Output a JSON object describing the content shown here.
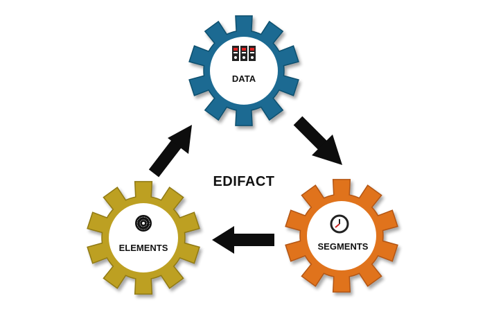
{
  "diagram": {
    "title": "EDIFACT",
    "gears": [
      {
        "id": "data",
        "label": "DATA",
        "icon": "binders-icon",
        "color": "#1a6b92",
        "shade": "#0f4f6e"
      },
      {
        "id": "segments",
        "label": "SEGMENTS",
        "icon": "clock-icon",
        "color": "#e0731a",
        "shade": "#b25512"
      },
      {
        "id": "elements",
        "label": "ELEMENTS",
        "icon": "wheel-icon",
        "color": "#bda020",
        "shade": "#8f7912"
      }
    ],
    "arrows": [
      {
        "from": "DATA",
        "to": "SEGMENTS"
      },
      {
        "from": "SEGMENTS",
        "to": "ELEMENTS"
      },
      {
        "from": "ELEMENTS",
        "to": "DATA"
      }
    ],
    "colors": {
      "arrow": "#0d0d0d",
      "hub": "#ffffff",
      "text": "#111111",
      "background": "#ffffff"
    }
  }
}
